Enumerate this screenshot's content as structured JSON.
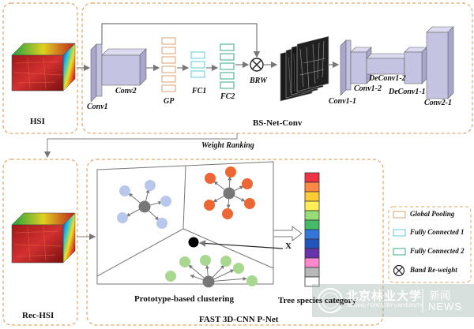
{
  "labels": {
    "hsi": "HSI",
    "bs_net_conv": "BS-Net-Conv",
    "weight_ranking": "Weight Ranking",
    "rec_hsi": "Rec-HSI",
    "fast_pnet": "FAST 3D-CNN P-Net",
    "conv1": "Conv1",
    "conv2": "Conv2",
    "gp": "GP",
    "fc1": "FC1",
    "fc2": "FC2",
    "brw": "BRW",
    "conv1_1": "Conv1-1",
    "conv1_2": "Conv1-2",
    "deconv1_2": "DeConv1-2",
    "deconv1_1": "DeConv1-1",
    "conv2_1": "Conv2-1",
    "prototype": "Prototype-based clustering",
    "tree_species": "Tree species category",
    "x_label": "X"
  },
  "legend": [
    {
      "id": "gp",
      "label": "Global Pooling",
      "color": "#d8a070"
    },
    {
      "id": "fc1",
      "label": "Fully Connected 1",
      "color": "#5cc8d8"
    },
    {
      "id": "fc2",
      "label": "Fully Connected 2",
      "color": "#3aa880"
    },
    {
      "id": "brw",
      "label": "Band Re-weight",
      "color": "#222222"
    }
  ],
  "colors": {
    "dashed_border": "#e2a36a",
    "conv_block": "#c5c3e2",
    "gray_node": "#777777",
    "blue_node": "#b8c8ec",
    "orange_node": "#ee6633",
    "green_node": "#a8d890",
    "category_bar": [
      "#ee3344",
      "#ff8844",
      "#ffcc33",
      "#ffee55",
      "#99dd77",
      "#44bb66",
      "#3377dd",
      "#2255bb",
      "#6633aa",
      "#ff88cc",
      "#b8b8b8",
      "#ffffff"
    ]
  },
  "watermark": {
    "school": "北京林业大学",
    "school_en": "BEIJING FORESTRY UNIVERSITY",
    "news_cn": "新闻",
    "news_en": "NEWS"
  }
}
